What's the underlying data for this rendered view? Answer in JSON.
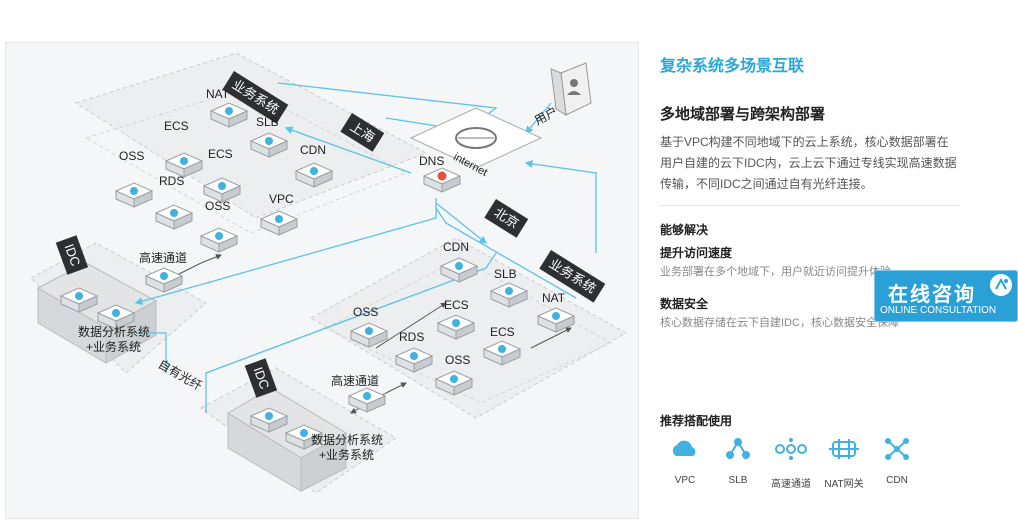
{
  "diagram": {
    "labels": {
      "nat_top": "NAT",
      "biz_top": "业务系统",
      "ecs_a": "ECS",
      "slb_a": "SLB",
      "ecs_b": "ECS",
      "oss_a": "OSS",
      "rds_a": "RDS",
      "oss_b": "OSS",
      "cdn_a": "CDN",
      "vpc_a": "VPC",
      "shanghai": "上海",
      "dns": "DNS",
      "internet": "internet",
      "user": "用户",
      "beijing": "北京",
      "cdn_b": "CDN",
      "slb_b": "SLB",
      "biz_right": "业务系统",
      "nat_b": "NAT",
      "oss_c": "OSS",
      "ecs_c": "ECS",
      "rds_b": "RDS",
      "ecs_d": "ECS",
      "oss_d": "OSS",
      "idc_a": "IDC",
      "hs_a": "高速通道",
      "data_a1": "数据分析系统",
      "data_a2": "+业务系统",
      "fiber": "自有光纤",
      "idc_b": "IDC",
      "hs_b": "高速通道",
      "data_b1": "数据分析系统",
      "data_b2": "+业务系统"
    }
  },
  "side": {
    "title": "复杂系统多场景互联",
    "subtitle": "多地域部署与跨架构部署",
    "description": "基于VPC构建不同地域下的云上系统，核心数据部署在用户自建的云下IDC内，云上云下通过专线实现高速数据传输，不同IDC之间通过自有光纤连接。",
    "solve_heading": "能够解决",
    "item1_title": "提升访问速度",
    "item1_text": "业务部署在多个地域下，用户就近访问提升体验",
    "item2_title": "数据安全",
    "item2_text": "核心数据存储在云下自建IDC，核心数据安全保障",
    "recommend_heading": "推荐搭配使用",
    "products": [
      {
        "name": "VPC",
        "icon": "cloud-icon"
      },
      {
        "name": "SLB",
        "icon": "slb-icon"
      },
      {
        "name": "高速通道",
        "icon": "express-connect-icon"
      },
      {
        "name": "NAT网关",
        "icon": "nat-gateway-icon"
      },
      {
        "name": "CDN",
        "icon": "cdn-icon"
      }
    ]
  },
  "consult": {
    "title": "在线咨询",
    "subtitle": "ONLINE CONSULTATION"
  },
  "colors": {
    "accent": "#2ba8d8",
    "line": "#5cc3e6",
    "tag": "#2d2f33"
  }
}
